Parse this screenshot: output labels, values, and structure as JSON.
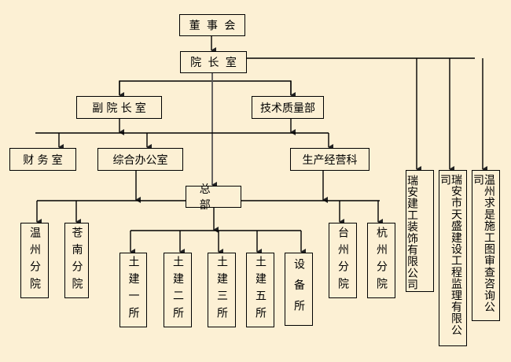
{
  "diagram": {
    "type": "org-chart",
    "nodes": {
      "board": "董事会",
      "president_office": "院长室",
      "vice_president_office": "副院长室",
      "tech_quality_dept": "技术质量部",
      "finance_office": "财务室",
      "general_office": "综合办公室",
      "production_dept": "生产经营科",
      "headquarters": "总部",
      "wenzhou_branch": "温州分院",
      "cangnan_branch": "苍南分院",
      "taizhou_branch": "台州分院",
      "hangzhou_branch": "杭州分院",
      "civil_1": "土建一所",
      "civil_2": "土建二所",
      "civil_3": "土建三所",
      "civil_5": "土建五所",
      "equipment": "设备所",
      "company_decoration": "瑞安建工装饰有限公司",
      "company_supervision": "瑞安市天盛建设工程监理有限公司",
      "company_review": "温州求是施工图审查咨询公司"
    },
    "edges": [
      [
        "board",
        "president_office"
      ],
      [
        "president_office",
        "vice_president_office"
      ],
      [
        "president_office",
        "tech_quality_dept"
      ],
      [
        "president_office",
        "headquarters"
      ],
      [
        "president_office",
        "company_decoration"
      ],
      [
        "president_office",
        "company_supervision"
      ],
      [
        "president_office",
        "company_review"
      ],
      [
        "vice_president_office",
        "finance_office"
      ],
      [
        "vice_president_office",
        "general_office"
      ],
      [
        "tech_quality_dept",
        "production_dept"
      ],
      [
        "general_office",
        "headquarters"
      ],
      [
        "production_dept",
        "headquarters"
      ],
      [
        "headquarters",
        "wenzhou_branch"
      ],
      [
        "headquarters",
        "cangnan_branch"
      ],
      [
        "headquarters",
        "taizhou_branch"
      ],
      [
        "headquarters",
        "hangzhou_branch"
      ],
      [
        "headquarters",
        "civil_1"
      ],
      [
        "headquarters",
        "civil_2"
      ],
      [
        "headquarters",
        "civil_3"
      ],
      [
        "headquarters",
        "civil_5"
      ],
      [
        "headquarters",
        "equipment"
      ]
    ],
    "colors": {
      "background": "#fcf0d4",
      "line": "#000000"
    }
  }
}
